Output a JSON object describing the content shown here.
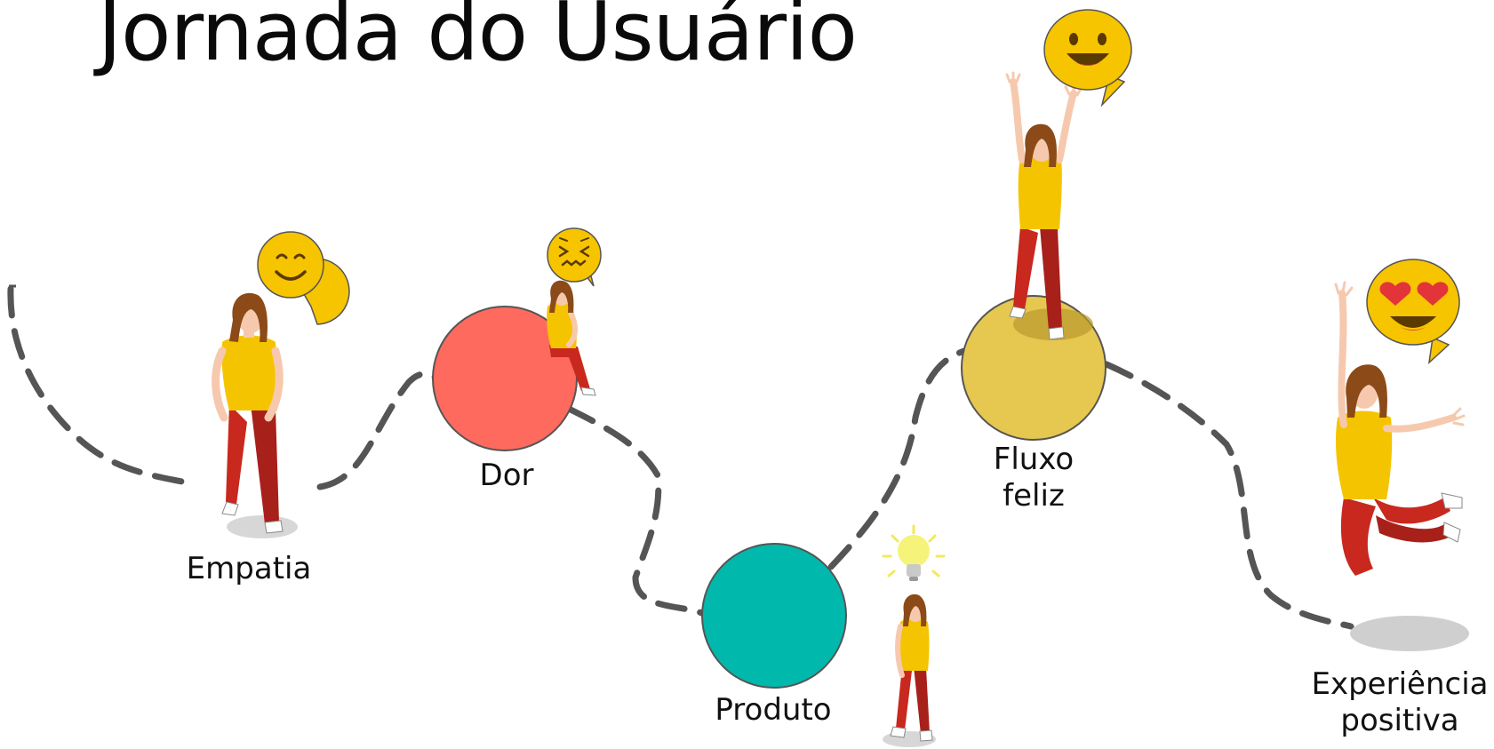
{
  "title": "Jornada do Usuário",
  "stages": [
    {
      "label": "Empatia"
    },
    {
      "label": "Dor"
    },
    {
      "label": "Produto"
    },
    {
      "label_line1": "Fluxo",
      "label_line2": "feliz"
    },
    {
      "label_line1": "Experiência",
      "label_line2": "positiva"
    }
  ],
  "colors": {
    "path": "#555555",
    "dor_circle": "#ff6a5e",
    "produto_circle": "#00b8ac",
    "fluxo_circle": "#e6c750",
    "emoji": "#f7c400",
    "shirt": "#f5c400",
    "pants": "#c8281e",
    "hair": "#8b4a17",
    "skin": "#f6c9ae"
  },
  "icons": [
    "smile-emoji-icon",
    "distress-emoji-icon",
    "grin-emoji-icon",
    "heart-eyes-emoji-icon",
    "lightbulb-icon"
  ]
}
